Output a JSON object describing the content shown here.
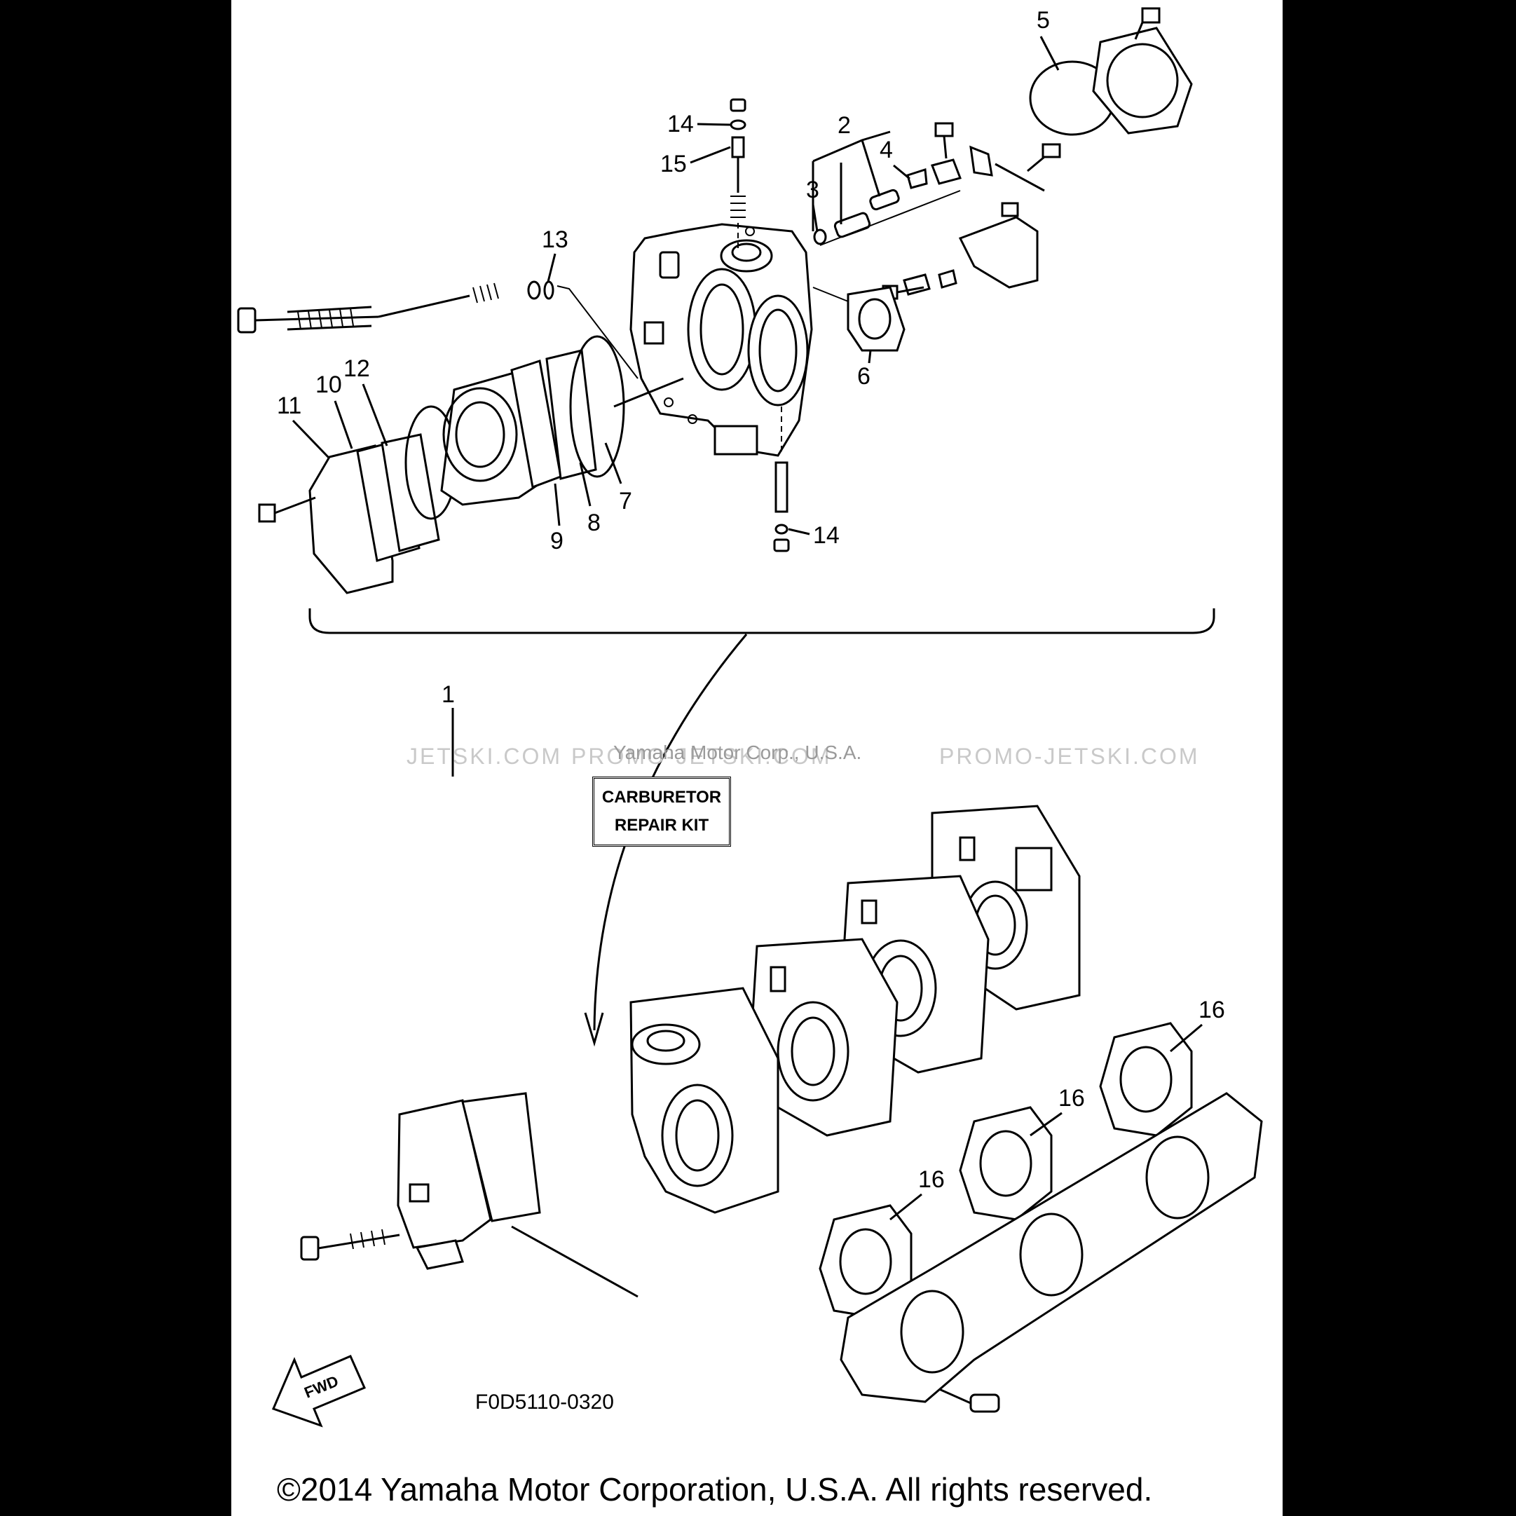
{
  "diagram": {
    "callouts": [
      "1",
      "2",
      "3",
      "4",
      "5",
      "6",
      "7",
      "8",
      "9",
      "10",
      "11",
      "12",
      "13",
      "14",
      "15",
      "14",
      "16",
      "16",
      "16"
    ],
    "kit_label": [
      "CARBURETOR",
      "REPAIR KIT"
    ],
    "fwd_label": "FWD",
    "watermark": [
      "JETSKI.COM",
      "PROMO-JETSKI.COM",
      "PROMO-JETSKI.COM",
      "Yamaha Motor Corp., U.S.A."
    ],
    "figure_code": "F0D5110-0320",
    "copyright": "©2014 Yamaha Motor Corporation, U.S.A. All rights reserved."
  }
}
